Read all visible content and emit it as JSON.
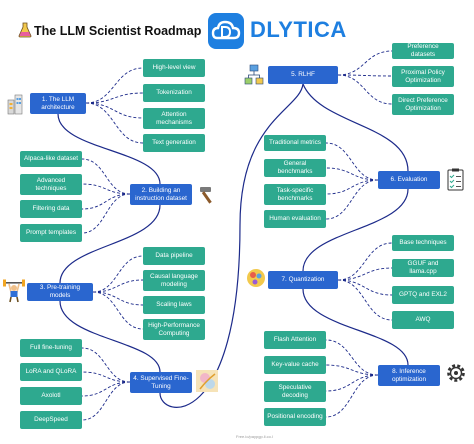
{
  "header": {
    "title": "The LLM Scientist Roadmap",
    "brand": "DLYTICA"
  },
  "footer": {
    "credit": "Free.io/paypgp.li.co.l"
  },
  "colors": {
    "main_node": "#2a66cf",
    "sub_node": "#2ea98f",
    "spine": "#1c2a8a",
    "branch": "#1c2a8a"
  },
  "nodes": {
    "n1": "1. The LLM architecture",
    "n2": "2. Building an instruction dataset",
    "n3": "3. Pre-training models",
    "n4": "4. Supervised Fine-Tuning",
    "n5": "5. RLHF",
    "n6": "6. Evaluation",
    "n7": "7. Quantization",
    "n8": "8. Inference optimization"
  },
  "topics": {
    "n1": [
      "High-level view",
      "Tokenization",
      "Attention mechanisms",
      "Text generation"
    ],
    "n2": [
      "Alpaca-like dataset",
      "Advanced techniques",
      "Filtering data",
      "Prompt templates"
    ],
    "n3": [
      "Data pipeline",
      "Causal language modeling",
      "Scaling laws",
      "High-Performance Computing"
    ],
    "n4": [
      "Full fine-tuning",
      "LoRA and QLoRA",
      "Axolotl",
      "DeepSpeed"
    ],
    "n5": [
      "Preference datasets",
      "Proximal Policy Optimization",
      "Direct Preference Optimization"
    ],
    "n6": [
      "Traditional metrics",
      "General benchmarks",
      "Task-specific benchmarks",
      "Human evaluation"
    ],
    "n7": [
      "Base techniques",
      "GGUF and llama.cpp",
      "GPTQ and EXL2",
      "AWQ"
    ],
    "n8": [
      "Flash Attention",
      "Key-value cache",
      "Speculative decoding",
      "Positional encoding"
    ]
  },
  "icons": {
    "flask": "flask-icon",
    "logo": "dlytica-logo-icon",
    "n1": "building-blocks-icon",
    "n2": "hammer-icon",
    "n3": "weightlifter-icon",
    "n4": "fine-tuning-art-icon",
    "n5": "feedback-diagram-icon",
    "n6": "checklist-icon",
    "n7": "quantization-palette-icon",
    "n8": "gear-icon"
  }
}
